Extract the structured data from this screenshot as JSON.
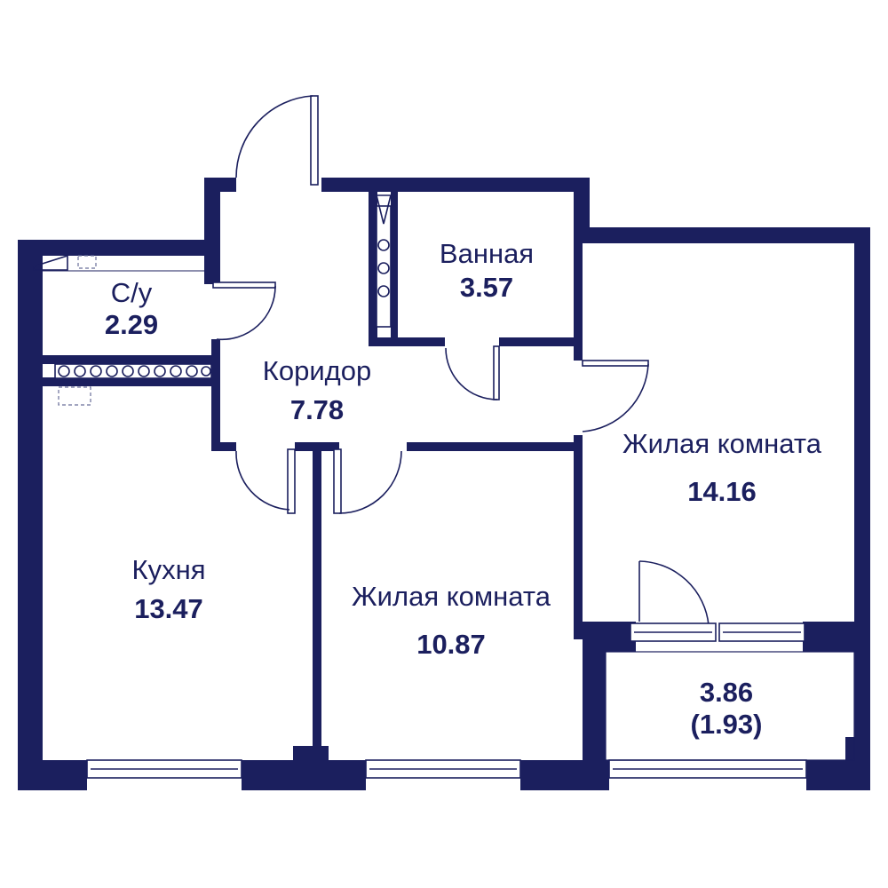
{
  "colors": {
    "wall": "#1b1f5e",
    "background": "#ffffff"
  },
  "rooms": {
    "wc": {
      "name": "С/у",
      "area": "2.29"
    },
    "bath": {
      "name": "Ванная",
      "area": "3.57"
    },
    "corridor": {
      "name": "Коридор",
      "area": "7.78"
    },
    "living_right": {
      "name": "Жилая комната",
      "area": "14.16"
    },
    "kitchen": {
      "name": "Кухня",
      "area": "13.47"
    },
    "living_center": {
      "name": "Жилая комната",
      "area": "10.87"
    },
    "balcony": {
      "area": "3.86",
      "area_reduced": "(1.93)"
    }
  }
}
